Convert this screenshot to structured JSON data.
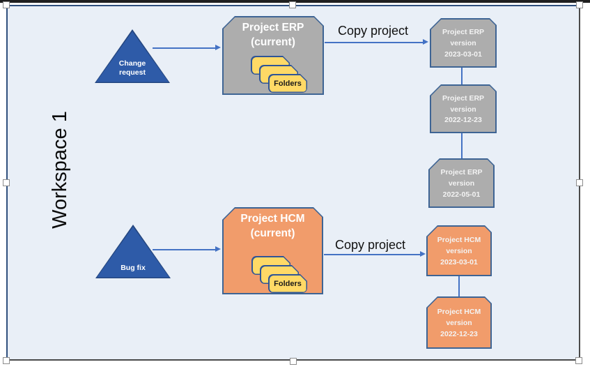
{
  "workspace": {
    "label": "Workspace 1"
  },
  "triangles": [
    {
      "label": "Change request"
    },
    {
      "label": "Bug fix"
    }
  ],
  "flows": [
    {
      "label": "Copy project"
    },
    {
      "label": "Copy project"
    }
  ],
  "projects": [
    {
      "title": "Project ERP",
      "subtitle": "(current)",
      "folders_label": "Folders",
      "versions": [
        {
          "line1": "Project ERP",
          "line2": "version",
          "line3": "2023-03-01"
        },
        {
          "line1": "Project ERP",
          "line2": "version",
          "line3": "2022-12-23"
        },
        {
          "line1": "Project ERP",
          "line2": "version",
          "line3": "2022-05-01"
        }
      ]
    },
    {
      "title": "Project HCM",
      "subtitle": "(current)",
      "folders_label": "Folders",
      "versions": [
        {
          "line1": "Project HCM",
          "line2": "version",
          "line3": "2023-03-01"
        },
        {
          "line1": "Project HCM",
          "line2": "version",
          "line3": "2022-12-23"
        }
      ]
    }
  ],
  "colors": {
    "canvas_background": "#E9EFF7",
    "gray_fill": "#ADADAD",
    "orange_fill": "#F19C6B",
    "triangle_blue": "#2E5BA8",
    "folder_yellow": "#FFD966",
    "folder_border": "#2F5597",
    "shape_border": "#3E6494",
    "arrow_blue": "#4472C4"
  }
}
